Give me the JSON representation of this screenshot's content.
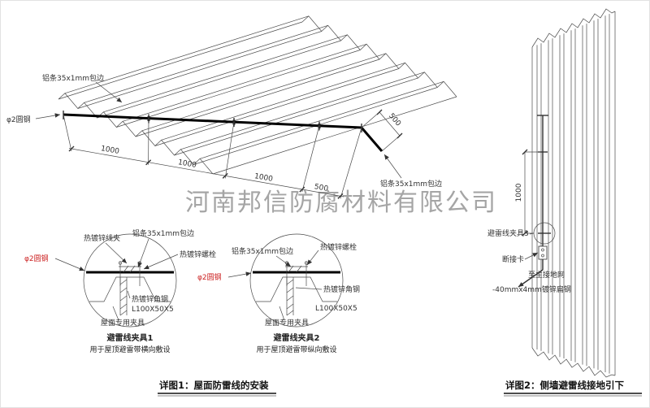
{
  "watermark": "河南邦信防腐材料有限公司",
  "colors": {
    "label_red": "#cc2222",
    "watermark_gray": "#9c9c9c",
    "line_dark": "#333333"
  },
  "detail1": {
    "caption": "详图1：屋面防雷线的安装",
    "roof": {
      "alu_edge_top": "铝条35x1mm包边",
      "round_steel": "φ2圆钢",
      "alu_edge_right": "铝条35x1mm包边",
      "dims": [
        "1000",
        "1000",
        "1000",
        "500"
      ],
      "dim_side": "500"
    },
    "clamp1": {
      "title": "避雷线夹具1",
      "subtitle": "用于屋顶避雷带横向敷设",
      "wire_clip": "热镀锌线夹",
      "alu_edge": "铝条35x1mm包边",
      "bolt": "热镀锌螺栓",
      "round_steel": "φ2圆钢",
      "angle_steel": "热镀锌角钢",
      "angle_size": "L100X50X5",
      "roof_fixture": "屋面专用夹具"
    },
    "clamp2": {
      "title": "避雷线夹具2",
      "subtitle": "用于屋顶避雷带纵向敷设",
      "alu_edge": "铝条35x1mm包边",
      "bolt": "热镀锌螺栓",
      "round_steel": "φ2圆钢",
      "angle_steel": "热镀锌角钢",
      "angle_size": "L100X50X5",
      "roof_fixture": "屋面专用夹具"
    }
  },
  "detail2": {
    "caption": "详图2：侧墙避雷线接地引下",
    "dim_vertical": "1000",
    "clamp3": "避雷线夹具3",
    "disconnect_link": "断接卡",
    "to_ground_grid": "至主接地网",
    "flat_steel": "-40mmx4mm镀锌扁钢"
  }
}
